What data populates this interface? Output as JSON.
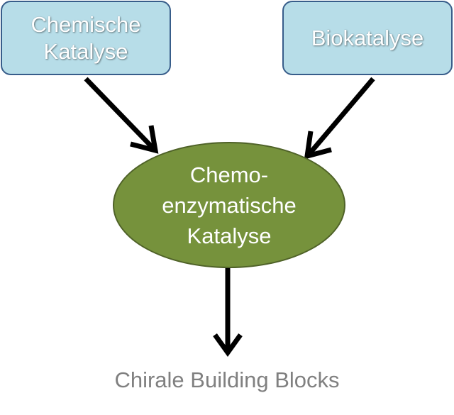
{
  "nodes": {
    "chemical_catalysis": {
      "lines": [
        "Chemische",
        "Katalyse"
      ]
    },
    "biocatalysis": {
      "lines": [
        "Biokatalyse"
      ]
    },
    "chemoenzymatic_catalysis": {
      "lines": [
        "Chemo-",
        "enzymatische",
        "Katalyse"
      ]
    },
    "result": {
      "label": "Chirale Building Blocks"
    }
  },
  "colors": {
    "input_box_fill": "#b7dde8",
    "input_box_border": "#385d8a",
    "ellipse_fill": "#76923c",
    "ellipse_border": "#4f6228",
    "arrow": "#000000",
    "result_text": "#808080"
  }
}
